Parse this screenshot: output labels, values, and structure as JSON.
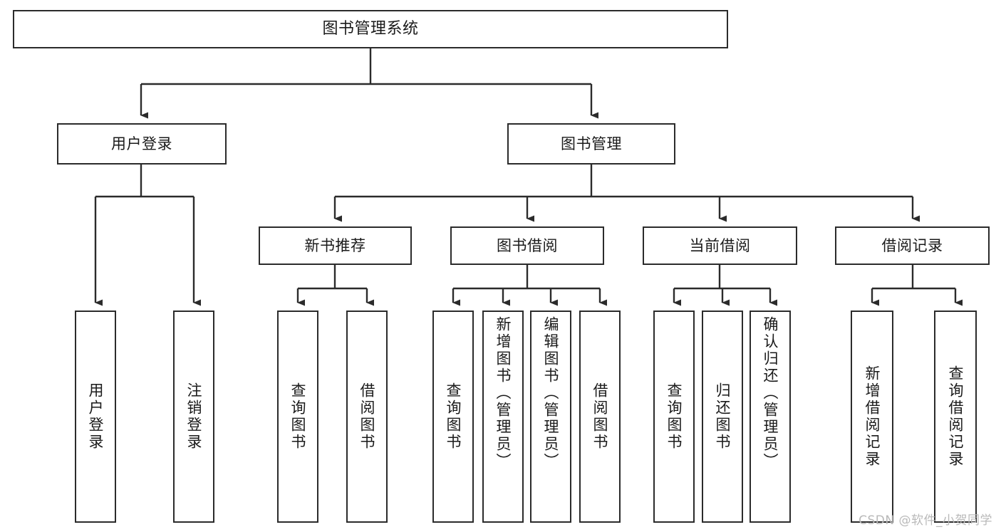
{
  "diagram": {
    "title": "图书管理系统",
    "type": "tree",
    "orientation": "top-down",
    "colors": {
      "box_border": "#2b2b2b",
      "box_fill": "#ffffff",
      "edge": "#2b2b2b",
      "text": "#1a1a1a",
      "watermark": "#b9b9b9",
      "background": "#ffffff"
    },
    "root": {
      "id": "root",
      "label": "图书管理系统"
    },
    "level1": [
      {
        "id": "user-login",
        "label": "用户登录"
      },
      {
        "id": "book-manage",
        "label": "图书管理"
      }
    ],
    "level2": [
      {
        "id": "new-book-recommend",
        "label": "新书推荐",
        "parent": "book-manage"
      },
      {
        "id": "book-borrow",
        "label": "图书借阅",
        "parent": "book-manage"
      },
      {
        "id": "current-borrow",
        "label": "当前借阅",
        "parent": "book-manage"
      },
      {
        "id": "borrow-record",
        "label": "借阅记录",
        "parent": "book-manage"
      }
    ],
    "leaves": {
      "user-login": [
        {
          "id": "leaf-user-login",
          "label": "用户登录"
        },
        {
          "id": "leaf-logout-login",
          "label": "注销登录"
        }
      ],
      "new-book-recommend": [
        {
          "id": "leaf-query-book-1",
          "label": "查询图书"
        },
        {
          "id": "leaf-borrow-book-1",
          "label": "借阅图书"
        }
      ],
      "book-borrow": [
        {
          "id": "leaf-query-book-2",
          "label": "查询图书"
        },
        {
          "id": "leaf-add-book",
          "label": "新增图书（管理员）"
        },
        {
          "id": "leaf-edit-book",
          "label": "编辑图书（管理员）"
        },
        {
          "id": "leaf-borrow-book-2",
          "label": "借阅图书"
        }
      ],
      "current-borrow": [
        {
          "id": "leaf-query-book-3",
          "label": "查询图书"
        },
        {
          "id": "leaf-return-book",
          "label": "归还图书"
        },
        {
          "id": "leaf-confirm-return",
          "label": "确认归还（管理员）"
        }
      ],
      "borrow-record": [
        {
          "id": "leaf-add-borrow-record",
          "label": "新增借阅记录"
        },
        {
          "id": "leaf-query-borrow-record",
          "label": "查询借阅记录"
        }
      ]
    }
  },
  "watermark": {
    "text": "CSDN @软件_小贺同学"
  }
}
